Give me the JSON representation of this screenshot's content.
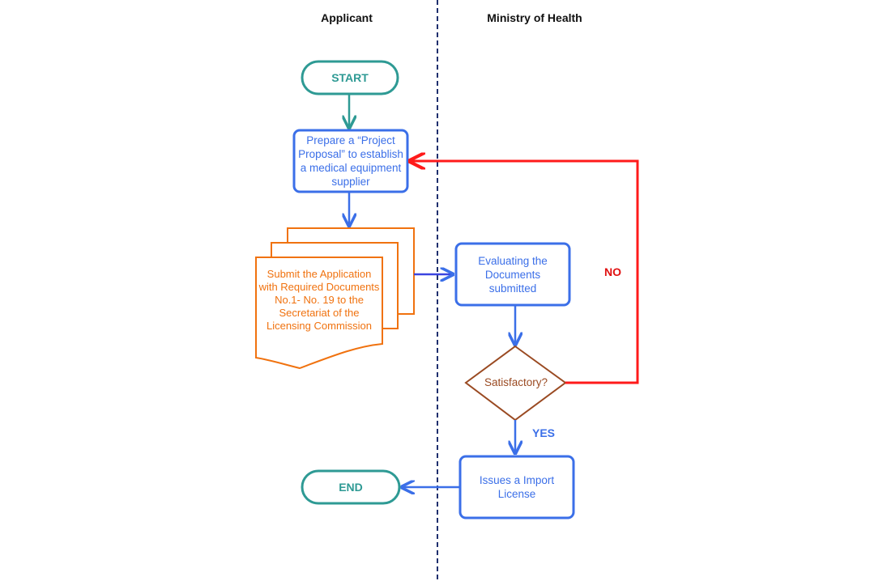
{
  "lanes": {
    "left": "Applicant",
    "right": "Ministry of Health"
  },
  "nodes": {
    "start": "START",
    "prepare": "Prepare a “Project Proposal” to establish a medical equipment supplier",
    "submit": "Submit the Application with Required Documents No.1- No. 19 to the Secretariat of the Licensing Commission",
    "evaluate": "Evaluating the Documents submitted",
    "decision": "Satisfactory?",
    "issue": "Issues a Import License",
    "end": "END"
  },
  "edge_labels": {
    "no": "NO",
    "yes": "YES"
  },
  "colors": {
    "terminal": "#2e9a94",
    "process": "#3b6fe8",
    "document": "#f0720f",
    "decision": "#9a4a22",
    "no_loop": "#ff1a1a",
    "divider": "#1f2f6e"
  }
}
